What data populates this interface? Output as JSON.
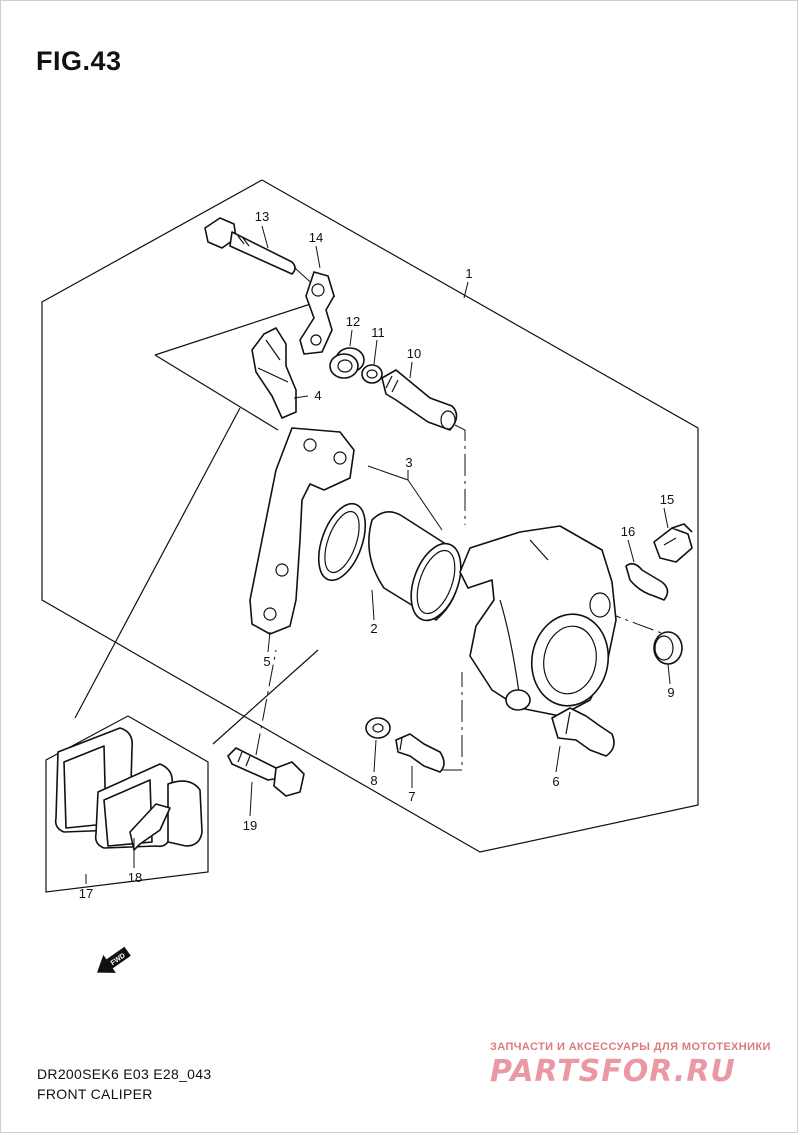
{
  "figure": {
    "title": "FIG.43"
  },
  "footer": {
    "model_code": "DR200SEK6 E03 E28_043",
    "section_name": "FRONT CALIPER"
  },
  "fwd_arrow": {
    "label": "FWD"
  },
  "watermark": {
    "tagline": "ЗАПЧАСТИ И АКСЕССУАРЫ ДЛЯ МОТОТЕХНИКИ",
    "logo_text": "PARTSFOR.RU",
    "color": "#d9475a"
  },
  "parts": [
    {
      "ref": "1"
    },
    {
      "ref": "2"
    },
    {
      "ref": "3"
    },
    {
      "ref": "4"
    },
    {
      "ref": "5"
    },
    {
      "ref": "6"
    },
    {
      "ref": "7"
    },
    {
      "ref": "8"
    },
    {
      "ref": "9"
    },
    {
      "ref": "10"
    },
    {
      "ref": "11"
    },
    {
      "ref": "12"
    },
    {
      "ref": "13"
    },
    {
      "ref": "14"
    },
    {
      "ref": "15"
    },
    {
      "ref": "16"
    },
    {
      "ref": "17"
    },
    {
      "ref": "18"
    },
    {
      "ref": "19"
    }
  ]
}
